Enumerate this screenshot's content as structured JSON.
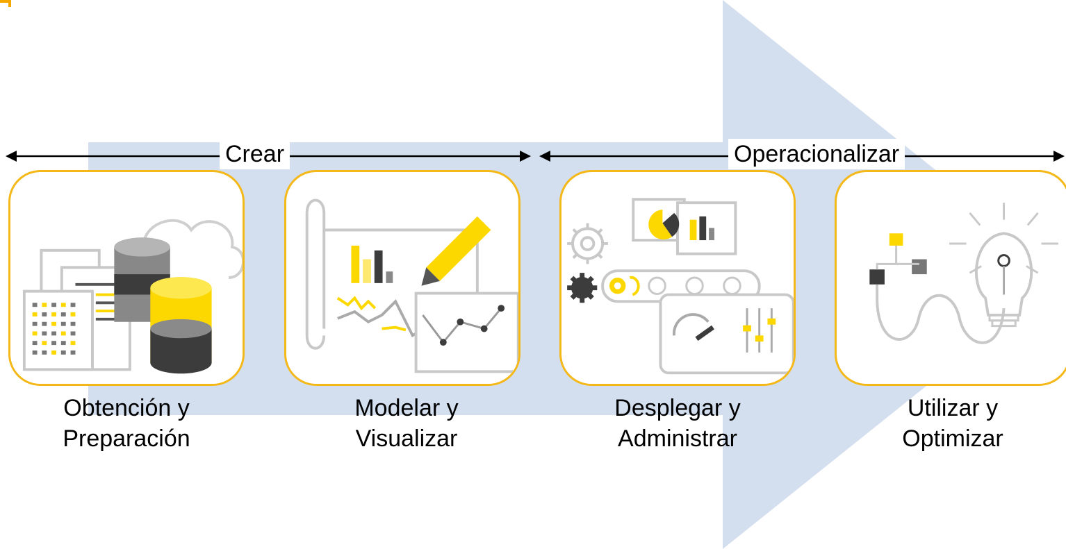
{
  "phases": {
    "create": {
      "label": "Crear"
    },
    "operationalize": {
      "label": "Operacionalizar"
    }
  },
  "steps": [
    {
      "line1": "Obtención y",
      "line2": "Preparación",
      "icon": "data-preparation-icon"
    },
    {
      "line1": "Modelar y",
      "line2": "Visualizar",
      "icon": "model-visualize-icon"
    },
    {
      "line1": "Desplegar y",
      "line2": "Administrar",
      "icon": "deploy-manage-icon"
    },
    {
      "line1": "Utilizar y",
      "line2": "Optimizar",
      "icon": "use-optimize-icon"
    }
  ],
  "colors": {
    "arrow_fill": "#d3deee",
    "card_border": "#f5b819",
    "accent_yellow": "#fdd800",
    "dark_gray": "#3c3c3c",
    "mid_gray": "#a8a8a8",
    "light_gray": "#d6d6d6",
    "bracket_accent": "#f5a800"
  }
}
